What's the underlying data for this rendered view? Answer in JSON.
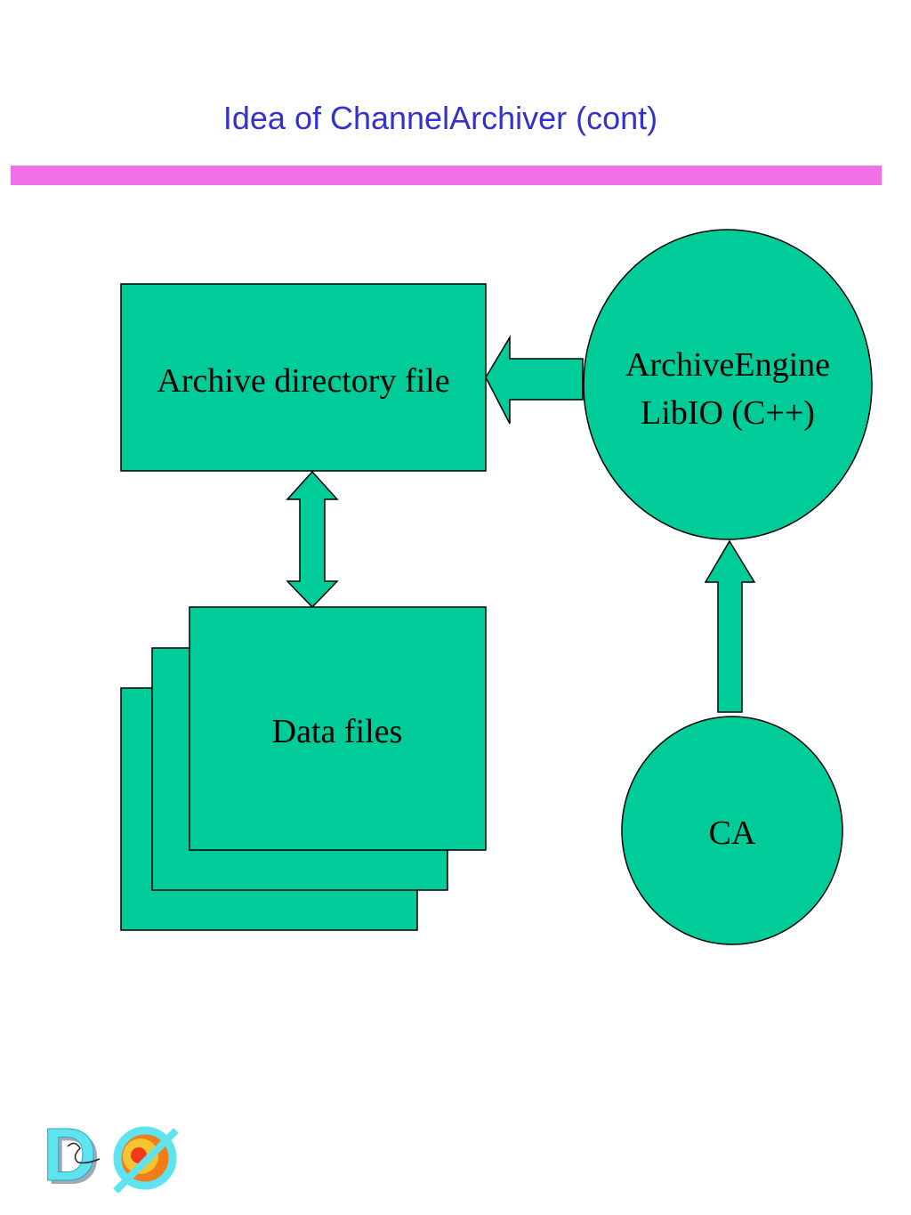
{
  "slide": {
    "title": "Idea of ChannelArchiver (cont)",
    "accent_color": "#f071e6",
    "title_color": "#3333cc"
  },
  "diagram": {
    "fill_color": "#00cc99",
    "stroke_color": "#000000",
    "archive_directory_label": "Archive directory file",
    "data_files_label": "Data files",
    "engine_label_line1": "ArchiveEngine",
    "engine_label_line2": "LibIO (C++)",
    "ca_label": "CA"
  },
  "logo": {
    "name": "D0-logo",
    "text": "DØ"
  }
}
